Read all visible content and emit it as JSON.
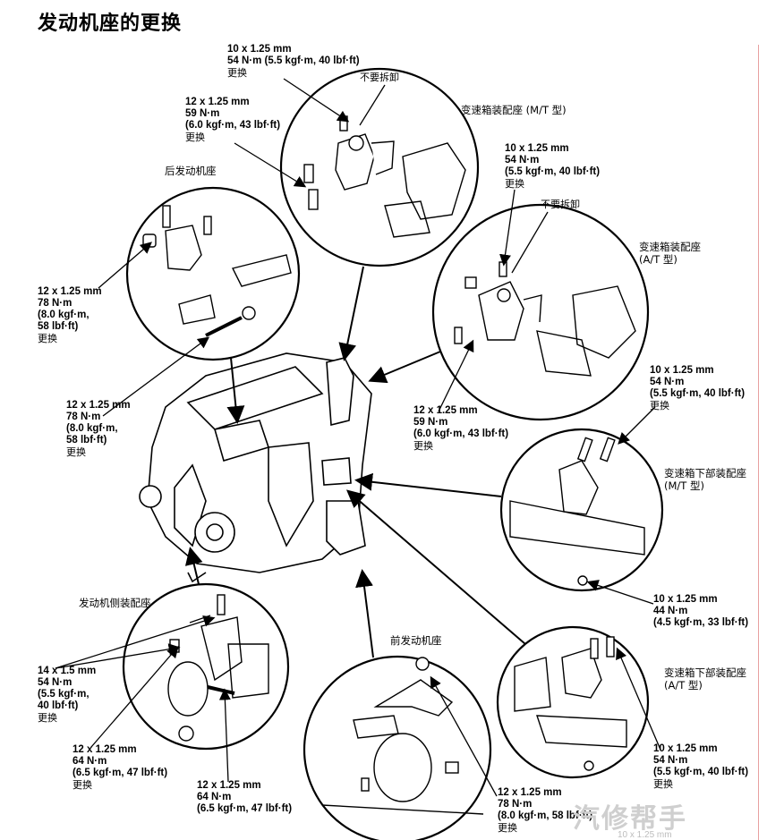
{
  "title": "发动机座的更换",
  "labels": {
    "mt_trans_mount": "变速箱装配座 (M/T 型)",
    "rear_mount": "后发动机座",
    "at_trans_mount_line1": "变速箱装配座",
    "at_trans_mount_line2": "(A/T 型)",
    "mt_lower_line1": "变速箱下部装配座",
    "mt_lower_line2": "(M/T 型)",
    "at_lower_line1": "变速箱下部装配座",
    "at_lower_line2": "(A/T 型)",
    "side_mount": "发动机侧装配座",
    "front_mount": "前发动机座",
    "no_remove_1": "不要拆卸",
    "no_remove_2": "不要拆卸"
  },
  "annotations": [
    {
      "spec": [
        "10 x 1.25 mm",
        "54 N·m (5.5 kgf·m, 40 lbf·ft)"
      ],
      "action": "更换"
    },
    {
      "spec": [
        "12 x 1.25 mm",
        "59 N·m",
        "(6.0 kgf·m, 43 lbf·ft)"
      ],
      "action": "更换"
    },
    {
      "spec": [
        "10 x 1.25 mm",
        "54 N·m",
        "(5.5 kgf·m, 40 lbf·ft)"
      ],
      "action": "更换"
    },
    {
      "spec": [
        "12 x 1.25 mm",
        "78 N·m",
        "(8.0 kgf·m,",
        "58 lbf·ft)"
      ],
      "action": "更换"
    },
    {
      "spec": [
        "12 x 1.25 mm",
        "78 N·m",
        "(8.0 kgf·m,",
        "58 lbf·ft)"
      ],
      "action": "更换"
    },
    {
      "spec": [
        "12 x 1.25 mm",
        "59 N·m",
        "(6.0 kgf·m, 43 lbf·ft)"
      ],
      "action": "更换"
    },
    {
      "spec": [
        "10 x 1.25 mm",
        "54 N·m",
        "(5.5 kgf·m, 40 lbf·ft)"
      ],
      "action": "更换"
    },
    {
      "spec": [
        "10 x 1.25 mm",
        "44 N·m",
        "(4.5 kgf·m, 33 lbf·ft)"
      ],
      "action": ""
    },
    {
      "spec": [
        "14 x 1.5 mm",
        "54 N·m",
        "(5.5 kgf·m,",
        "40 lbf·ft)"
      ],
      "action": "更换"
    },
    {
      "spec": [
        "12 x 1.25 mm",
        "64 N·m",
        "(6.5 kgf·m, 47 lbf·ft)"
      ],
      "action": "更换"
    },
    {
      "spec": [
        "12 x 1.25 mm",
        "64 N·m",
        "(6.5 kgf·m, 47 lbf·ft)"
      ],
      "action": ""
    },
    {
      "spec": [
        "12 x 1.25 mm",
        "78 N·m",
        "(8.0 kgf·m, 58 lbf·ft)"
      ],
      "action": "更换"
    },
    {
      "spec": [
        "10 x 1.25 mm",
        "54 N·m",
        "(5.5 kgf·m, 40 lbf·ft)"
      ],
      "action": "更换"
    }
  ],
  "watermark": "汽修帮手",
  "watermark_sub": "10 x 1.25 mm"
}
